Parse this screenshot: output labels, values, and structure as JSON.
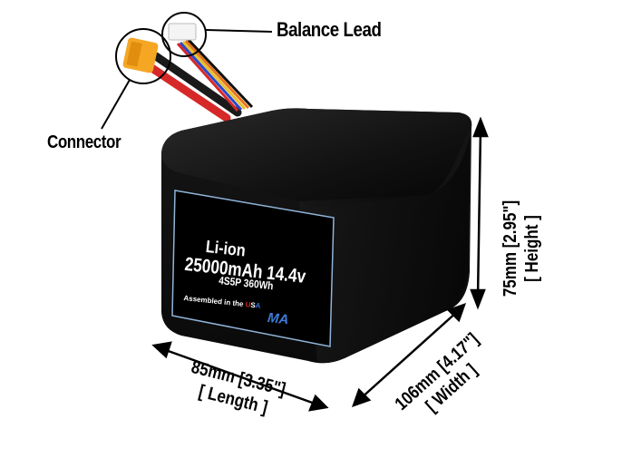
{
  "product": {
    "chemistry": "Li-ion",
    "capacity_voltage": "25000mAh 14.4v",
    "configuration": "4S5P 360Wh",
    "assembled_prefix": "Assembled in the ",
    "assembled_u": "U",
    "assembled_s": "S",
    "assembled_a": "A",
    "brand_logo": "MA"
  },
  "callouts": {
    "balance_lead": "Balance Lead",
    "connector": "Connector"
  },
  "dimensions": {
    "height_value": "75mm [2.95\"]",
    "height_label": "[ Height ]",
    "length_value": "85mm [3.35\"]",
    "length_label": "[ Length ]",
    "width_value": "106mm [4.17\"]",
    "width_label": "[ Width ]"
  },
  "colors": {
    "battery_body": "#0d0d0d",
    "label_border": "#8fb4d9",
    "connector_yellow": "#f5a623",
    "wire_red": "#d62828",
    "usa_blue": "#3a6fd8",
    "usa_red": "#d22222"
  }
}
